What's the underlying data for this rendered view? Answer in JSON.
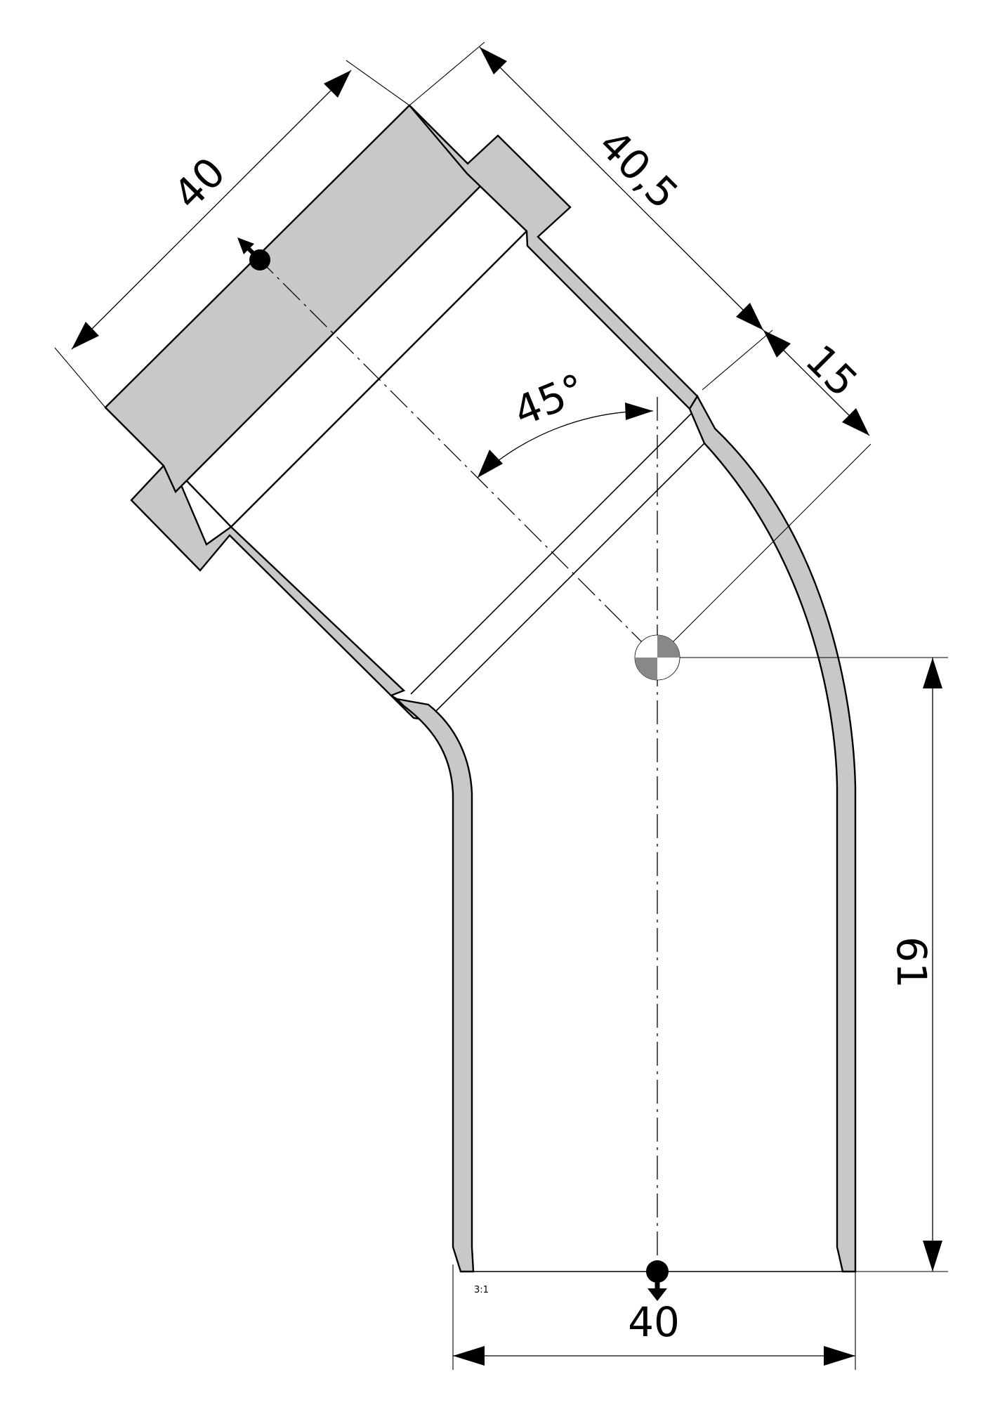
{
  "dimensions": {
    "top_socket_length": "40",
    "top_width": "40,5",
    "top_offset": "15",
    "angle": "45°",
    "height": "61",
    "bottom_width": "40"
  },
  "scale": "3:1",
  "colors": {
    "wall_fill": "#c8c8c8",
    "line": "#000000",
    "background": "#ffffff"
  },
  "icons": [
    "flow-in-marker-icon",
    "flow-out-marker-icon",
    "center-point-symbol-icon"
  ]
}
